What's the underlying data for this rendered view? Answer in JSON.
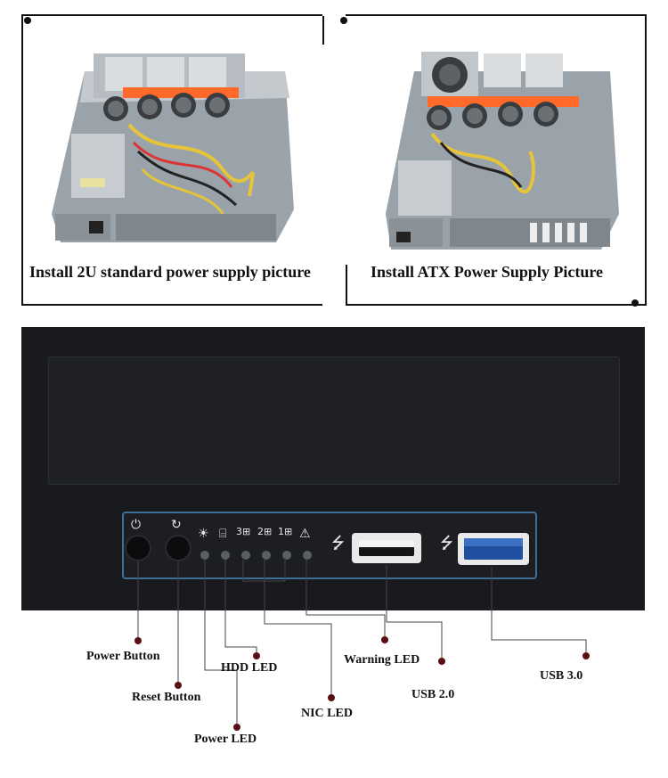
{
  "photos": {
    "left_caption": "Install 2U standard power supply picture",
    "right_caption": "Install ATX Power Supply Picture"
  },
  "front_panel": {
    "labels": {
      "power_button": "Power Button",
      "reset_button": "Reset Button",
      "power_led": "Power LED",
      "hdd_led": "HDD LED",
      "nic_led": "NIC LED",
      "warning_led": "Warning LED",
      "usb2": "USB 2.0",
      "usb3": "USB 3.0"
    },
    "nic_numbers": [
      "3",
      "2",
      "1"
    ],
    "colors": {
      "panel": "#181a1d",
      "bezel": "#3d6f96",
      "usb3_port": "#1f4f9e",
      "fan_orange": "#ff6a2a"
    }
  }
}
